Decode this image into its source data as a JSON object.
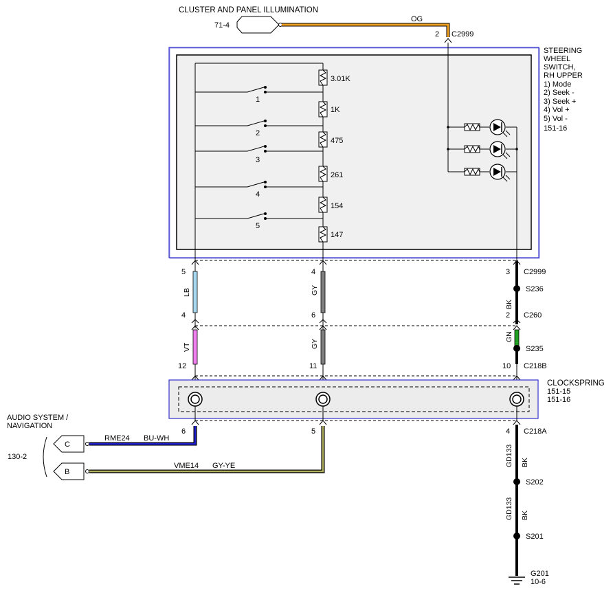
{
  "top": {
    "title": "CLUSTER AND PANEL ILLUMINATION",
    "ref": "71-4",
    "wire_color": "OG",
    "pin": "2",
    "connector": "C2999"
  },
  "switch_block": {
    "title_lines": [
      "STEERING",
      "WHEEL",
      "SWITCH,",
      "RH UPPER"
    ],
    "functions": [
      "1) Mode",
      "2) Seek -",
      "3) Seek +",
      "4) Vol +",
      "5) Vol -"
    ],
    "ref": "151-16",
    "switches": [
      "1",
      "2",
      "3",
      "4",
      "5"
    ],
    "resistors": [
      "3.01K",
      "1K",
      "475",
      "261",
      "154",
      "147"
    ]
  },
  "left_circuit": {
    "pins": [
      "5",
      "4",
      "12",
      "6"
    ],
    "colors": [
      "LB",
      "VT"
    ]
  },
  "mid_circuit": {
    "pins": [
      "4",
      "6",
      "11",
      "5"
    ],
    "colors": [
      "GY",
      "GY"
    ]
  },
  "right_circuit": {
    "pins": [
      "3",
      "2",
      "10",
      "4"
    ],
    "connectors": [
      "C2999",
      "C260",
      "C218B",
      "C218A"
    ],
    "splices": [
      "S236",
      "S235",
      "S202",
      "S201"
    ],
    "colors": [
      "BK",
      "GN"
    ],
    "ground_wire_lines": [
      "GD133",
      "BK",
      "GD133",
      "BK"
    ],
    "ground": "G201",
    "ground_ref": "10-6"
  },
  "clockspring": {
    "title": "CLOCKSPRING",
    "refs": [
      "151-15",
      "151-16"
    ]
  },
  "audio": {
    "title_lines": [
      "AUDIO SYSTEM /",
      "NAVIGATION"
    ],
    "ref": "130-2",
    "connector_c": "C",
    "connector_b": "B",
    "circuit_c": "RME24",
    "color_c": "BU-WH",
    "circuit_b": "VME14",
    "color_b": "GY-YE"
  },
  "colors": {
    "orange": "#f0a020",
    "light_blue": "#a8d8f0",
    "violet": "#f080f0",
    "gray": "#808080",
    "green": "#20a020",
    "blue": "#2020d0",
    "gray_yellow": "#b0b060",
    "outline_blue": "#3333cc"
  }
}
